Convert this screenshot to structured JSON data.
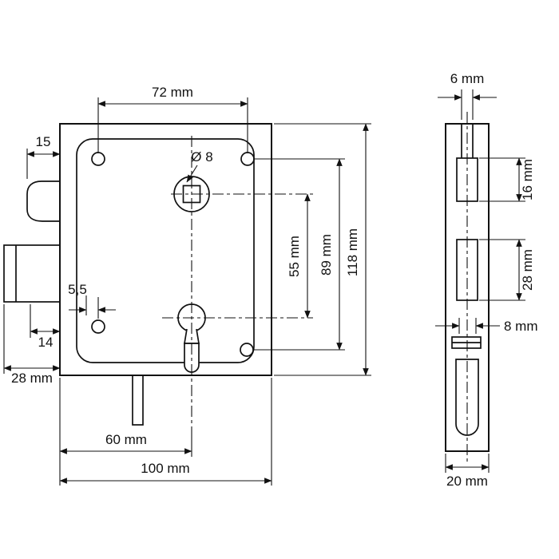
{
  "drawing": {
    "background": "#ffffff",
    "ink": "#111111",
    "subject": "lock-case-technical-drawing"
  },
  "front_view": {
    "name": "front-view",
    "dims": {
      "hole_spacing_h": "72 mm",
      "follower_square": "Ø 8",
      "latch_width": "15",
      "screw_offset": "5,5",
      "bolt_stem": "14",
      "bolt_width": "28 mm",
      "keyhole_offset": "60 mm",
      "case_width": "100 mm",
      "follower_keyhole_spacing": "55 mm",
      "hole_spacing_v": "89 mm",
      "case_height": "118 mm"
    }
  },
  "side_view": {
    "name": "side-view",
    "dims": {
      "spindle_channel": "6 mm",
      "follower_hub": "16 mm",
      "bolt_block": "28 mm",
      "key_guide": "8 mm",
      "case_depth": "20 mm"
    }
  }
}
